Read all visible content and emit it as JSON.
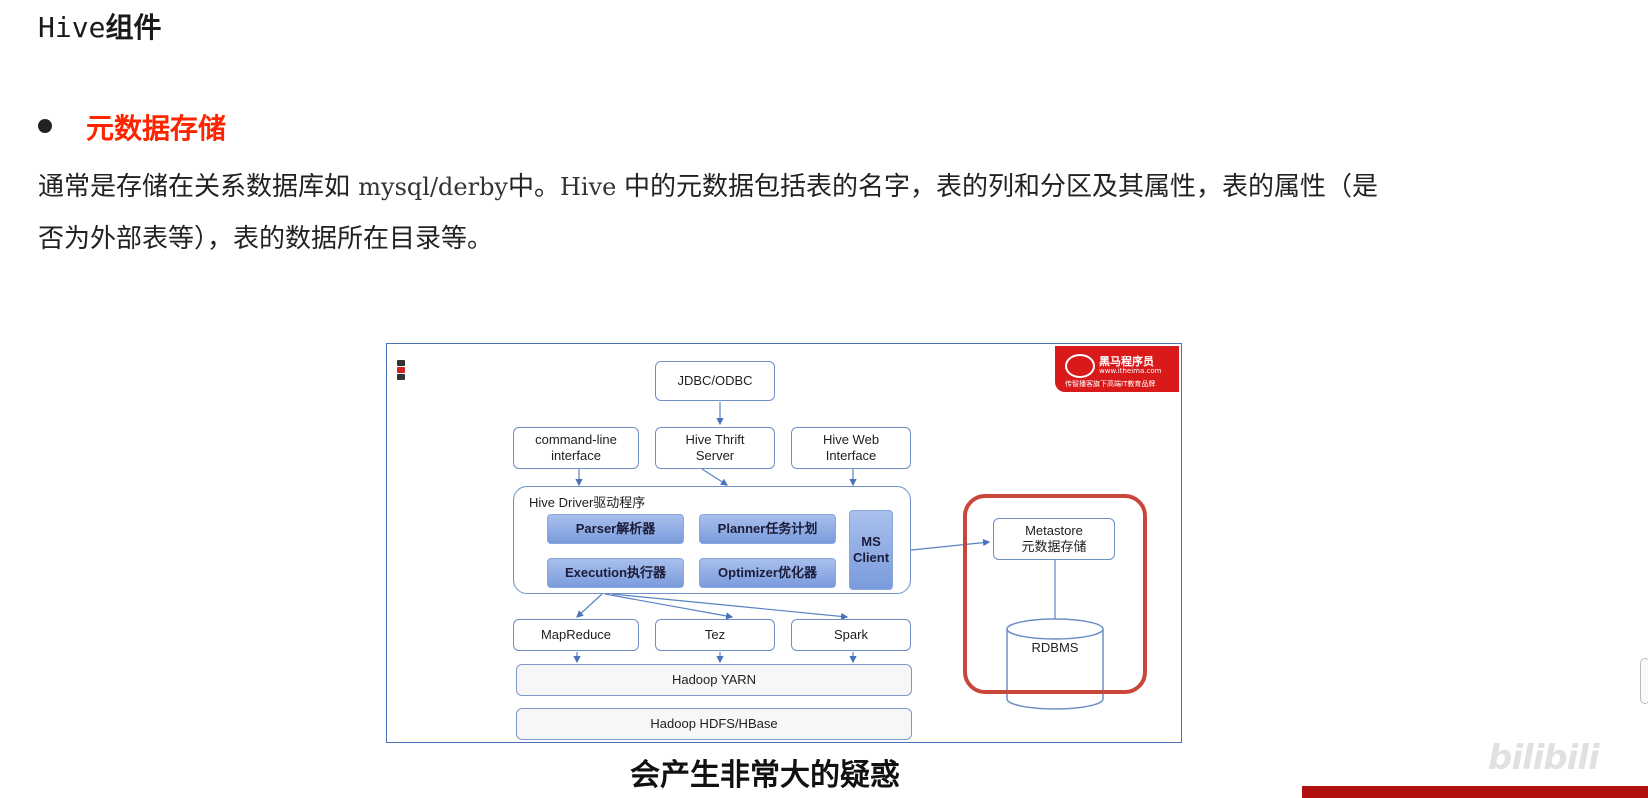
{
  "heading": {
    "mono": "Hive",
    "bold": "组件"
  },
  "bullet": "元数据存储",
  "paragraph": {
    "line1_a": "通常是存储在关系数据库如 ",
    "line1_code1": "mysql/derby",
    "line1_b": "中。",
    "line1_code2": "Hive ",
    "line1_c": "中的元数据包括表的名字，表的列和分区及其属性，表的属性（是",
    "line2": "否为外部表等），表的数据所在目录等。"
  },
  "diagram": {
    "jdbc": "JDBC/ODBC",
    "cli": "command-line\ninterface",
    "thrift": "Hive Thrift\nServer",
    "web": "Hive Web\nInterface",
    "driver": "Hive Driver驱动程序",
    "parser": "Parser解析器",
    "planner": "Planner任务计划",
    "execution": "Execution执行器",
    "optimizer": "Optimizer优化器",
    "ms_client": "MS\nClient",
    "mapreduce": "MapReduce",
    "tez": "Tez",
    "spark": "Spark",
    "yarn": "Hadoop YARN",
    "hdfs": "Hadoop HDFS/HBase",
    "metastore": "Metastore\n元数据存储",
    "rdbms": "RDBMS",
    "logo_name": "黑马程序员",
    "logo_url": "www.itheima.com",
    "logo_slogan": "传智播客旗下高端IT教育品牌"
  },
  "subtitle": "会产生非常大的疑惑",
  "watermark": "bilibili",
  "colors": {
    "accent_red": "#ff2400",
    "diagram_blue": "#6d8fc4",
    "ring_red": "#c9473a"
  }
}
